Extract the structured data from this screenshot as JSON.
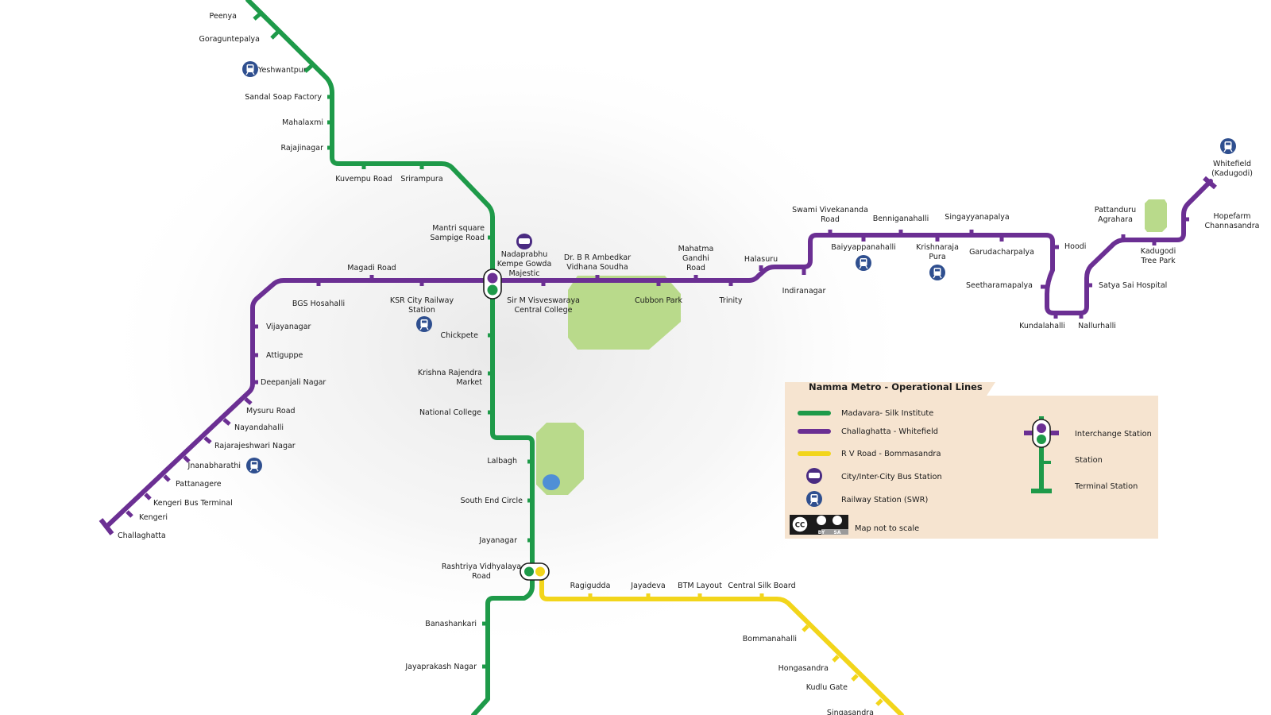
{
  "lines": {
    "green": {
      "color": "#1e9a49"
    },
    "purple": {
      "color": "#6b2f93"
    },
    "yellow": {
      "color": "#f2d51b"
    }
  },
  "stations": {
    "peenya": "Peenya",
    "goraguntepalya": "Goraguntepalya",
    "yeshwantpur": "Yeshwantpur",
    "sandal_soap": "Sandal Soap Factory",
    "mahalaxmi": "Mahalaxmi",
    "rajajinagar": "Rajajinagar",
    "kuvempu": "Kuvempu Road",
    "srirampura": "Srirampura",
    "mantri": [
      "Mantri square",
      "Sampige Road"
    ],
    "majestic": [
      "Nadaprabhu",
      "Kempe Gowda",
      "Majestic"
    ],
    "magadi": "Magadi Road",
    "bgs": "BGS Hosahalli",
    "ksr": [
      "KSR City Railway",
      "Station"
    ],
    "vijayanagar": "Vijayanagar",
    "attiguppe": "Attiguppe",
    "deepanjali": "Deepanjali Nagar",
    "mysuru": "Mysuru Road",
    "nayandahalli": "Nayandahalli",
    "rrnagar": "Rajarajeshwari Nagar",
    "jnanabharathi": "Jnanabharathi",
    "pattanagere": "Pattanagere",
    "kengeri_bus": "Kengeri Bus Terminal",
    "kengeri": "Kengeri",
    "challaghatta": "Challaghatta",
    "visvesvaraya": [
      "Sir M Visveswaraya",
      "Central College"
    ],
    "ambedkar": [
      "Dr. B R Ambedkar",
      "Vidhana Soudha"
    ],
    "cubbon": "Cubbon Park",
    "mg_road": [
      "Mahatma",
      "Gandhi",
      "Road"
    ],
    "trinity": "Trinity",
    "halasuru": "Halasuru",
    "indiranagar": "Indiranagar",
    "vivekananda": [
      "Swami Vivekananda",
      "Road"
    ],
    "baiyyappanahalli": "Baiyyappanahalli",
    "benniganahalli": "Benniganahalli",
    "kr_pura": [
      "Krishnaraja",
      "Pura"
    ],
    "singayyanapalya": "Singayyanapalya",
    "garudacharpalya": "Garudacharpalya",
    "hoodi": "Hoodi",
    "seetharamapalya": "Seetharamapalya",
    "kundalahalli": "Kundalahalli",
    "nallurhalli": "Nallurhalli",
    "satya_sai": "Satya Sai Hospital",
    "pattanduru": [
      "Pattanduru",
      "Agrahara"
    ],
    "kadugodi_tp": [
      "Kadugodi",
      "Tree Park"
    ],
    "hopefarm": [
      "Hopefarm",
      "Channasandra"
    ],
    "whitefield": [
      "Whitefield",
      "(Kadugodi)"
    ],
    "chickpete": "Chickpete",
    "kr_market": [
      "Krishna Rajendra",
      "Market"
    ],
    "national_college": "National College",
    "lalbagh": "Lalbagh",
    "south_end": "South End Circle",
    "jayanagar": "Jayanagar",
    "rv_road": [
      "Rashtriya Vidhyalaya",
      "Road"
    ],
    "banashankari": "Banashankari",
    "jp_nagar": "Jayaprakash Nagar",
    "ragigudda": "Ragigudda",
    "jayadeva": "Jayadeva",
    "btm": "BTM Layout",
    "central_silk": "Central Silk Board",
    "bommanahalli": "Bommanahalli",
    "hongasandra": "Hongasandra",
    "kudlu": "Kudlu Gate",
    "singasandra": "Singasandra"
  },
  "legend": {
    "title": "Namma Metro - Operational Lines",
    "line_green": "Madavara- Silk Institute",
    "line_purple": "Challaghatta - Whitefield",
    "line_yellow": "R V Road - Bommasandra",
    "bus": "City/Inter-City Bus Station",
    "railway": "Railway Station (SWR)",
    "interchange": "Interchange Station",
    "station": "Station",
    "terminal": "Terminal Station",
    "license": "Map not to scale",
    "license_badge": [
      "CC",
      "BY",
      "SA"
    ]
  }
}
